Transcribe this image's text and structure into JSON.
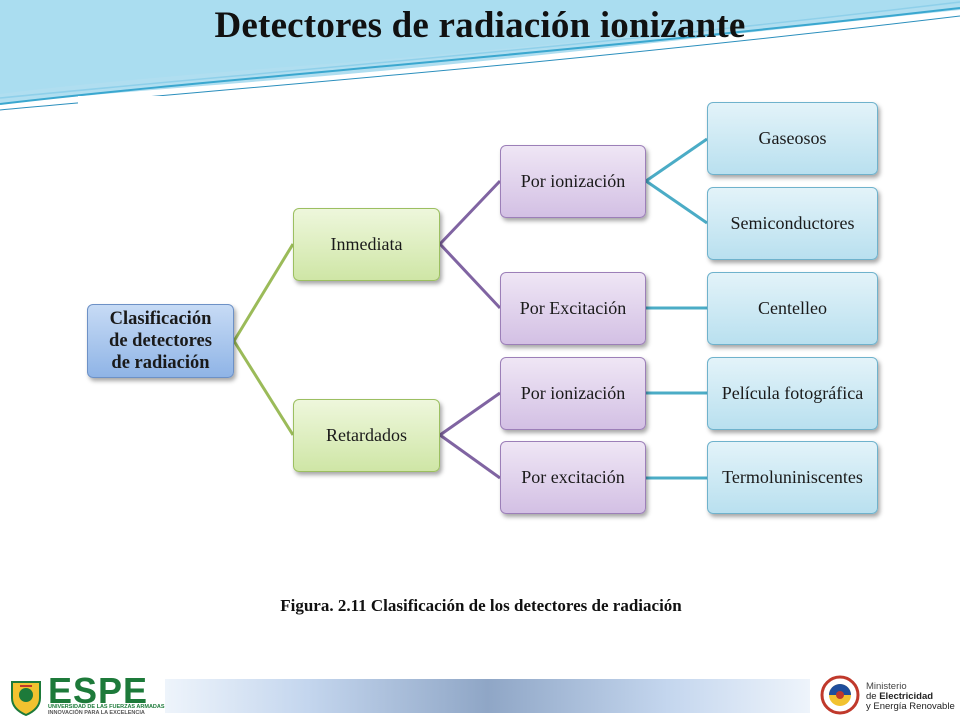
{
  "slide": {
    "title": "Detectores de radiación ionizante"
  },
  "diagram": {
    "root": {
      "lines": [
        "Clasificación",
        "de detectores",
        "de radiación"
      ]
    },
    "level1": {
      "inmediata": "Inmediata",
      "retardados": "Retardados"
    },
    "level2": {
      "por_ionizacion_1": "Por ionización",
      "por_excitacion_1": "Por Excitación",
      "por_ionizacion_2": "Por ionización",
      "por_excitacion_2": "Por excitación"
    },
    "level3": {
      "gaseosos": "Gaseosos",
      "semiconductores": "Semiconductores",
      "centelleo": "Centelleo",
      "pelicula": "Película fotográfica",
      "termo": "Termoluniniscentes"
    }
  },
  "caption": "Figura. 2.11 Clasificación de los detectores de radiación",
  "footer": {
    "espe": {
      "name": "ESPE",
      "line1": "UNIVERSIDAD DE LAS FUERZAS ARMADAS",
      "line2": "INNOVACIÓN PARA LA EXCELENCIA"
    },
    "ministerio": {
      "line1": "Ministerio",
      "line2_prefix": "de ",
      "line2_bold": "Electricidad",
      "line3": "y Energía Renovable"
    }
  },
  "colors": {
    "root": "#8fb4e6",
    "level1": "#cfe6a6",
    "level2": "#d3c0e4",
    "level3": "#b9e0ef",
    "connector_green": "#9bbb59",
    "connector_purple": "#8064a2",
    "connector_blue": "#4bacc6"
  }
}
